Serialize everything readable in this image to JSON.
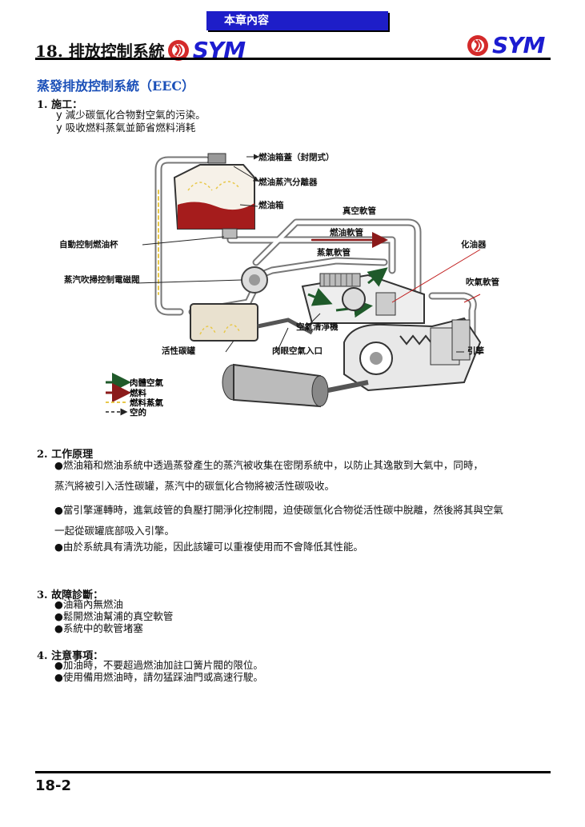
{
  "header": {
    "chapter_contents": "本章內容",
    "chapter_title": "18. 排放控制系統",
    "brand": "SYM"
  },
  "section_title": "蒸發排放控制系統（EEC）",
  "construction": {
    "heading": "1. 施工：",
    "bullet_symbol": "y",
    "items": [
      "減少碳氫化合物對空氣的污染。",
      "吸收燃料蒸氣並節省燃料消耗"
    ]
  },
  "diagram": {
    "labels": {
      "fuel_cap": "燃油箱蓋（封閉式）",
      "separator": "燃油蒸汽分離器",
      "fuel_tank": "燃油箱",
      "vacuum_hose": "真空軟管",
      "fuel_hose": "燃油軟管",
      "auto_cock": "自動控制燃油杯",
      "vapor_hose": "蒸氣軟管",
      "carburetor": "化油器",
      "purge_valve": "蒸汽吹掃控制電磁閥",
      "blow_hose": "吹氣軟管",
      "air_cleaner": "空氣清淨機",
      "canister": "活性碳罐",
      "fresh_air": "肉眼空氣入口",
      "engine": "引擎"
    },
    "legend": [
      {
        "label": "肉體空氣",
        "color": "#1f5a2a"
      },
      {
        "label": "燃料",
        "color": "#8b1a1a"
      },
      {
        "label": "燃料蒸氣",
        "color": "#e8c84a"
      },
      {
        "label": "空的",
        "color": "#222222"
      }
    ]
  },
  "principle": {
    "heading": "2. 工作原理",
    "bullet": "●",
    "p1_line1": "燃油箱和燃油系統中透過蒸發產生的蒸汽被收集在密閉系統中，以防止其逸散到大氣中，同時，",
    "p1_line2": "蒸汽將被引入活性碳罐，蒸汽中的碳氫化合物將被活性碳吸收。",
    "p2_line1": "當引擎運轉時，進氣歧管的負壓打開淨化控制閥，迫使碳氫化合物從活性碳中脫離，然後將其與空氣",
    "p2_line2": "一起從碳罐底部吸入引擎。",
    "p3": "由於系統具有清洗功能，因此該罐可以重複使用而不會降低其性能。"
  },
  "troubleshooting": {
    "heading": "3. 故障診斷：",
    "items": [
      "油箱內無燃油",
      "鬆開燃油幫浦的真空軟管",
      "系統中的軟管堵塞"
    ]
  },
  "notes": {
    "heading": "4. 注意事項：",
    "items": [
      "加油時，不要超過燃油加註口簧片閥的限位。",
      "使用備用燃油時，請勿猛踩油門或高速行駛。"
    ]
  },
  "footer": {
    "page_number": "18-2"
  }
}
